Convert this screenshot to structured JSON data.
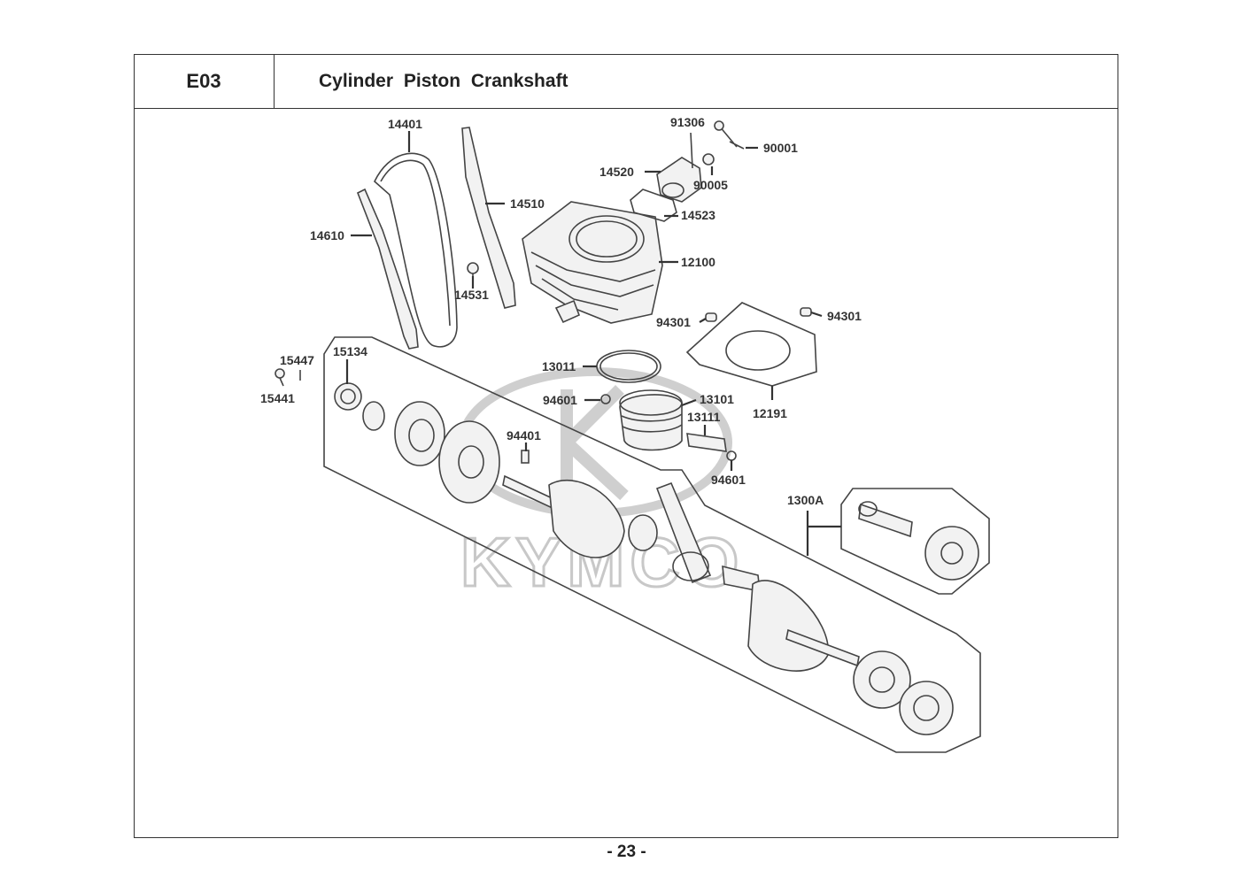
{
  "header": {
    "section_code": "E03",
    "title": "Cylinder  Piston  Crankshaft"
  },
  "watermark": "KYMCO",
  "page_number": "- 23 -",
  "callouts": {
    "c14401": "14401",
    "c91306": "91306",
    "c90001": "90001",
    "c14520": "14520",
    "c90005": "90005",
    "c14510": "14510",
    "c14523": "14523",
    "c14610": "14610",
    "c12100": "12100",
    "c14531": "14531",
    "c94301a": "94301",
    "c94301b": "94301",
    "c15447": "15447",
    "c15134": "15134",
    "c13011": "13011",
    "c15441": "15441",
    "c94601a": "94601",
    "c13101": "13101",
    "c12191": "12191",
    "c13111": "13111",
    "c94401": "94401",
    "c94601b": "94601",
    "c1300A": "1300A"
  }
}
